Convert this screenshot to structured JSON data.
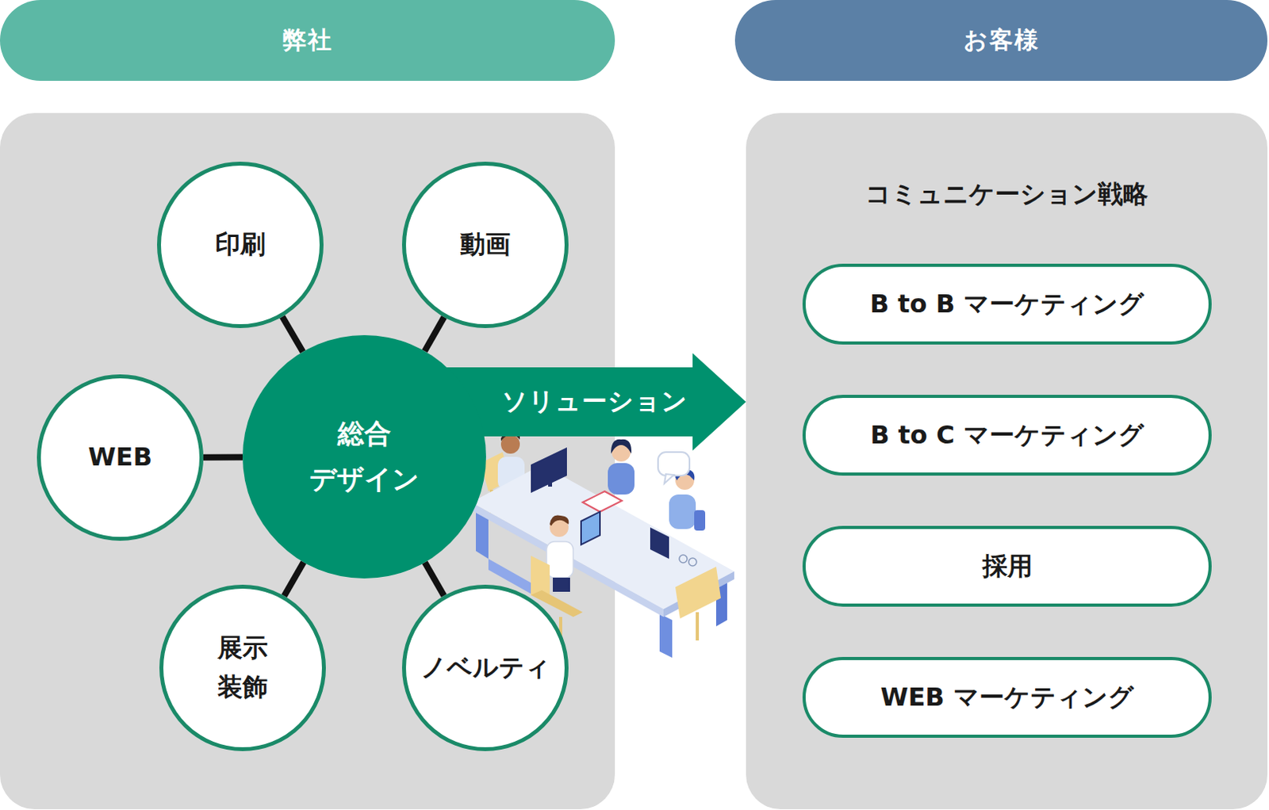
{
  "diagram": {
    "nodes": [
      {
        "text": [
          "弊社"
        ]
      },
      {
        "text": [
          "印刷"
        ],
        "in": 0
      },
      {
        "text": [
          "動画"
        ],
        "in": 0
      },
      {
        "text": [
          "WEB"
        ],
        "in": 0
      },
      {
        "text": [
          "総合 デザイン"
        ],
        "in": 0
      },
      {
        "text": [
          "展示 装飾"
        ],
        "in": 0
      },
      {
        "text": [
          "ノベルティ"
        ],
        "in": 0
      },
      {
        "text": [
          "お客様",
          "コミュニケーション戦略"
        ]
      },
      {
        "text": [
          "B to B マーケティング"
        ],
        "in": 7
      },
      {
        "text": [
          "B to C マーケティング"
        ],
        "in": 7
      },
      {
        "text": [
          "採用"
        ],
        "in": 7
      },
      {
        "text": [
          "WEB マーケティング"
        ],
        "in": 7
      }
    ],
    "edges": [
      {
        "from": 4,
        "to": 1,
        "arrow": "none"
      },
      {
        "from": 4,
        "to": 2,
        "arrow": "none"
      },
      {
        "from": 4,
        "to": 3,
        "arrow": "none"
      },
      {
        "from": 4,
        "to": 5,
        "arrow": "none"
      },
      {
        "from": 4,
        "to": 6,
        "arrow": "none"
      },
      {
        "from": 4,
        "to": 7,
        "label": "ソリューション",
        "arrow": "to"
      }
    ]
  }
}
